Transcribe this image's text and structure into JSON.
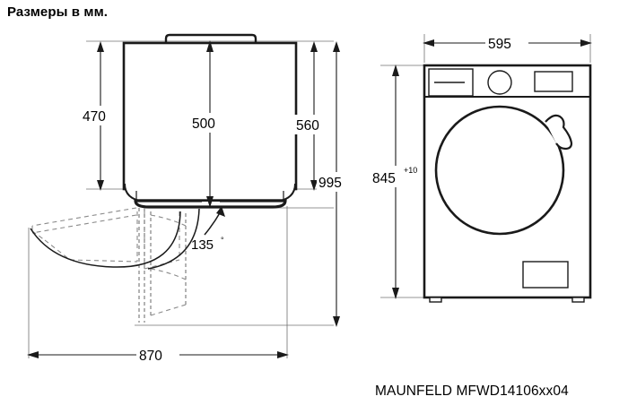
{
  "page": {
    "title": "Размеры в мм.",
    "model_label": "MAUNFELD MFWD14106xx04",
    "background_color": "#ffffff",
    "line_color": "#1a1a1a",
    "dimension_line_color": "#555555",
    "hidden_line_color": "#808080"
  },
  "views": {
    "top_view": {
      "name": "top-and-door-swing-view",
      "dimensions": {
        "depth_outer_left": "470",
        "depth_inner": "500",
        "depth_right": "560",
        "height_total": "995",
        "door_open_depth": "870",
        "door_opening_angle": "135",
        "degree_symbol": "°"
      }
    },
    "front_view": {
      "name": "front-elevation-view",
      "dimensions": {
        "width": "595",
        "height": "845",
        "height_tolerance": "+10"
      },
      "parts": {
        "detergent_drawer": "detergent-drawer",
        "program_dial": "program-selector-dial",
        "display": "display-panel",
        "door": "loading-door",
        "door_handle": "door-handle",
        "filter_hatch": "filter-access-hatch",
        "foot_left": "adjustable-foot-left",
        "foot_right": "adjustable-foot-right"
      }
    }
  },
  "chart_data": {
    "type": "table",
    "title": "Размеры в мм.",
    "categories": [
      "470",
      "500",
      "560",
      "995",
      "870",
      "135",
      "595",
      "845"
    ],
    "values": [
      470,
      500,
      560,
      995,
      870,
      135,
      595,
      845
    ],
    "annotations": [
      "MAUNFELD MFWD14106xx04",
      "+10",
      "°"
    ]
  }
}
